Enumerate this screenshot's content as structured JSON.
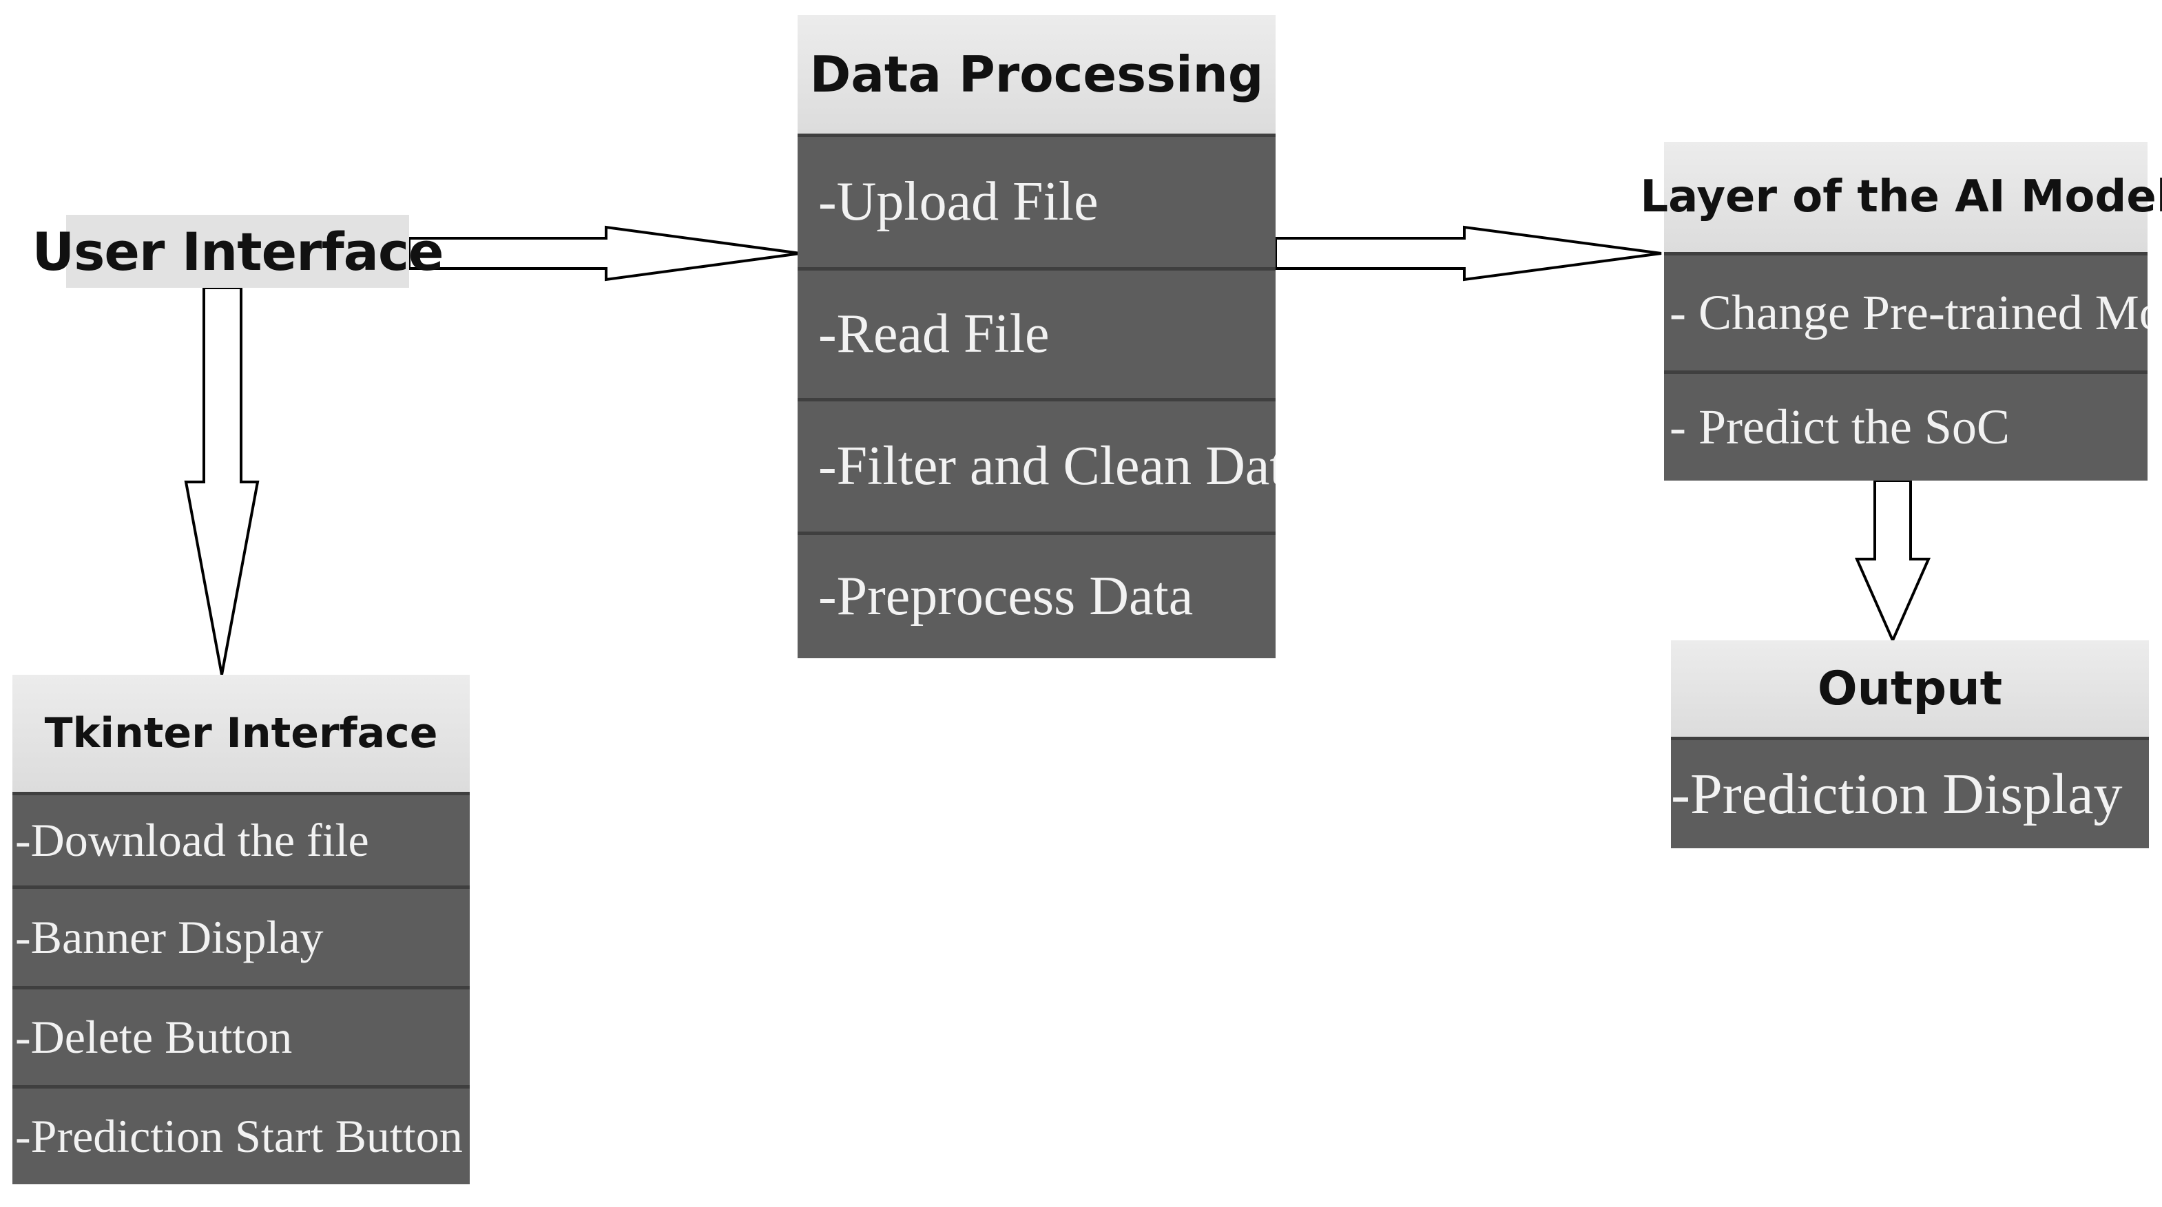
{
  "user_interface": {
    "label": "User Interface"
  },
  "data_processing": {
    "title": "Data Processing",
    "items": [
      "-Upload File",
      "-Read File",
      "-Filter and Clean Data",
      "-Preprocess Data"
    ]
  },
  "ai_model": {
    "title": "Layer of the AI Model",
    "items": [
      "- Change Pre-trained Model",
      "- Predict the SoC"
    ]
  },
  "output": {
    "title": "Output",
    "items": [
      "-Prediction Display"
    ]
  },
  "tkinter": {
    "title": "Tkinter Interface",
    "items": [
      "-Download the file",
      "-Banner Display",
      "-Delete Button",
      "-Prediction Start Button"
    ]
  },
  "colors": {
    "header_bg": "#e2e2e2",
    "row_bg": "#5d5d5d",
    "row_text": "#f2f2f2",
    "arrow_stroke": "#000000",
    "arrow_fill": "#ffffff"
  }
}
